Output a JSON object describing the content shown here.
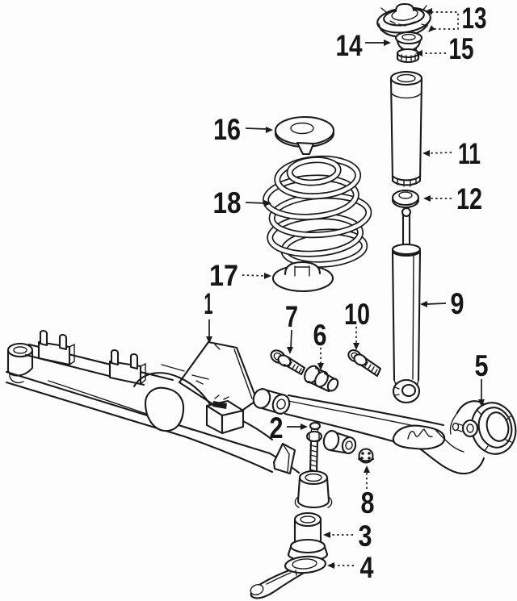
{
  "palette": {
    "paper": "#fdfdfd",
    "ink": "#1a1a1a"
  },
  "diagram": {
    "kind": "exploded-parts-line-drawing",
    "callouts": {
      "c1": "1",
      "c2": "2",
      "c3": "3",
      "c4": "4",
      "c5": "5",
      "c6": "6",
      "c7": "7",
      "c8": "8",
      "c9": "9",
      "c10": "10",
      "c11": "11",
      "c12": "12",
      "c13": "13",
      "c14": "14",
      "c15": "15",
      "c16": "16",
      "c17": "17",
      "c18": "18"
    }
  }
}
